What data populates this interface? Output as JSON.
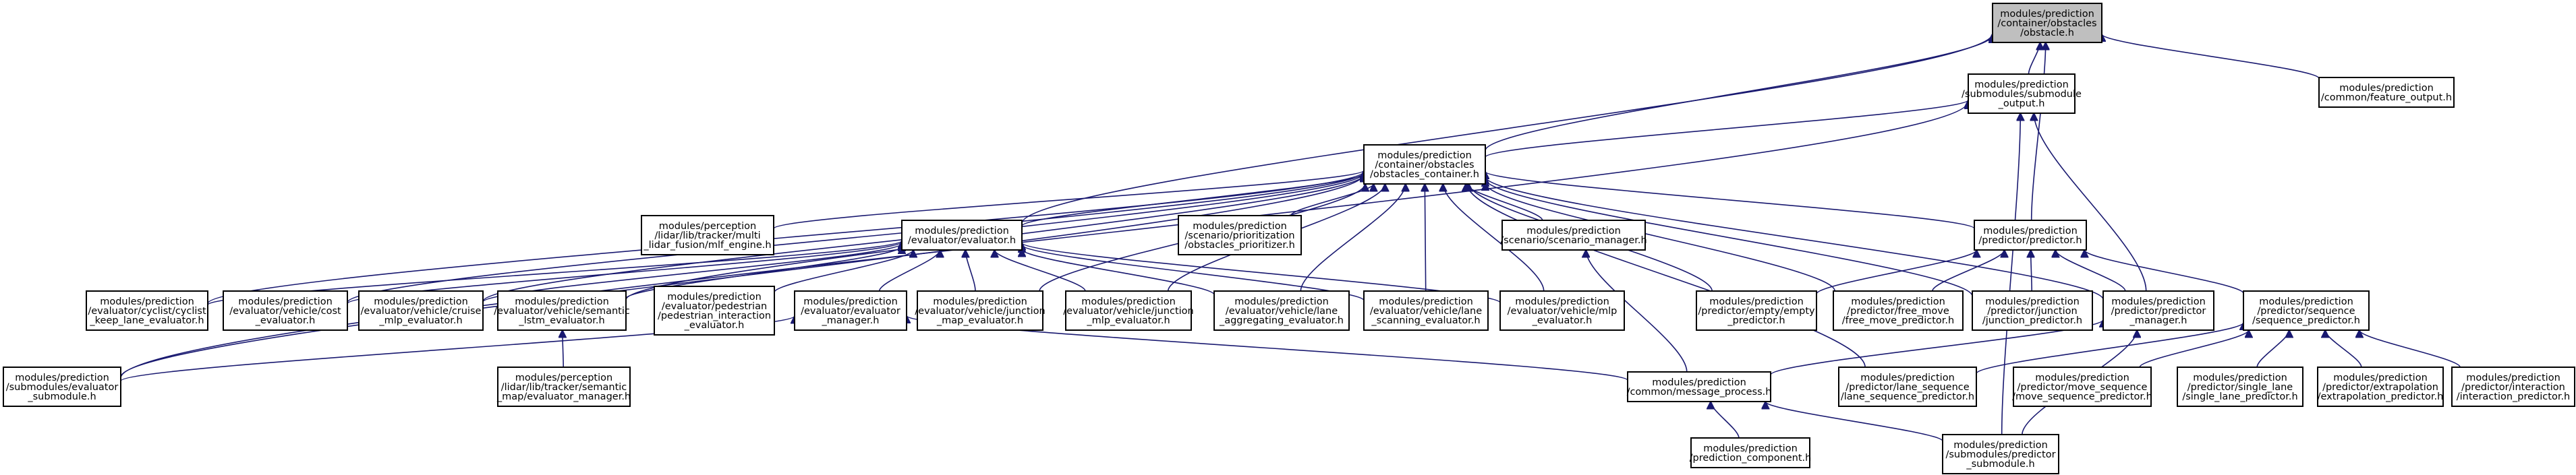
{
  "graph": {
    "nodes": [
      {
        "id": "obstacle",
        "label": [
          "modules/prediction",
          "/container/obstacles",
          "/obstacle.h"
        ],
        "highlight": true
      },
      {
        "id": "submodule_output",
        "label": [
          "modules/prediction",
          "/submodules/submodule",
          "_output.h"
        ]
      },
      {
        "id": "feature_output",
        "label": [
          "modules/prediction",
          "/common/feature_output.h"
        ]
      },
      {
        "id": "obstacles_container",
        "label": [
          "modules/prediction",
          "/container/obstacles",
          "/obstacles_container.h"
        ]
      },
      {
        "id": "multi_lidar_fusion",
        "label": [
          "modules/perception",
          "/lidar/lib/tracker/multi",
          "_lidar_fusion/mlf_engine.h"
        ]
      },
      {
        "id": "evaluator_h",
        "label": [
          "modules/prediction",
          "/evaluator/evaluator.h"
        ]
      },
      {
        "id": "obstacles_prioritizer",
        "label": [
          "modules/prediction",
          "/scenario/prioritization",
          "/obstacles_prioritizer.h"
        ]
      },
      {
        "id": "scenario_manager",
        "label": [
          "modules/prediction",
          "/scenario/scenario_manager.h"
        ]
      },
      {
        "id": "predictor_h",
        "label": [
          "modules/prediction",
          "/predictor/predictor.h"
        ]
      },
      {
        "id": "cyclist_keep_lane",
        "label": [
          "modules/prediction",
          "/evaluator/cyclist/cyclist",
          "_keep_lane_evaluator.h"
        ]
      },
      {
        "id": "cost_evaluator",
        "label": [
          "modules/prediction",
          "/evaluator/vehicle/cost",
          "_evaluator.h"
        ]
      },
      {
        "id": "cruise_mlp",
        "label": [
          "modules/prediction",
          "/evaluator/vehicle/cruise",
          "_mlp_evaluator.h"
        ]
      },
      {
        "id": "semantic_lstm",
        "label": [
          "modules/prediction",
          "/evaluator/vehicle/semantic",
          "_lstm_evaluator.h"
        ]
      },
      {
        "id": "pedestrian_interaction",
        "label": [
          "modules/prediction",
          "/evaluator/pedestrian",
          "/pedestrian_interaction",
          "_evaluator.h"
        ]
      },
      {
        "id": "evaluator_manager",
        "label": [
          "modules/prediction",
          "/evaluator/evaluator",
          "_manager.h"
        ]
      },
      {
        "id": "junction_map",
        "label": [
          "modules/prediction",
          "/evaluator/vehicle/junction",
          "_map_evaluator.h"
        ]
      },
      {
        "id": "junction_mlp",
        "label": [
          "modules/prediction",
          "/evaluator/vehicle/junction",
          "_mlp_evaluator.h"
        ]
      },
      {
        "id": "lane_aggregating",
        "label": [
          "modules/prediction",
          "/evaluator/vehicle/lane",
          "_aggregating_evaluator.h"
        ]
      },
      {
        "id": "lane_scanning",
        "label": [
          "modules/prediction",
          "/evaluator/vehicle/lane",
          "_scanning_evaluator.h"
        ]
      },
      {
        "id": "mlp_evaluator",
        "label": [
          "modules/prediction",
          "/evaluator/vehicle/mlp",
          "_evaluator.h"
        ]
      },
      {
        "id": "empty_predictor",
        "label": [
          "modules/prediction",
          "/predictor/empty/empty",
          "_predictor.h"
        ]
      },
      {
        "id": "free_move",
        "label": [
          "modules/prediction",
          "/predictor/free_move",
          "/free_move_predictor.h"
        ]
      },
      {
        "id": "junction_predictor",
        "label": [
          "modules/prediction",
          "/predictor/junction",
          "/junction_predictor.h"
        ]
      },
      {
        "id": "predictor_manager",
        "label": [
          "modules/prediction",
          "/predictor/predictor",
          "_manager.h"
        ]
      },
      {
        "id": "sequence_predictor",
        "label": [
          "modules/prediction",
          "/predictor/sequence",
          "/sequence_predictor.h"
        ]
      },
      {
        "id": "evaluator_submodule",
        "label": [
          "modules/prediction",
          "/submodules/evaluator",
          "_submodule.h"
        ]
      },
      {
        "id": "semantic_map",
        "label": [
          "modules/perception",
          "/lidar/lib/tracker/semantic",
          "_map/evaluator_manager.h"
        ]
      },
      {
        "id": "message_process",
        "label": [
          "modules/prediction",
          "/common/message_process.h"
        ]
      },
      {
        "id": "lane_sequence",
        "label": [
          "modules/prediction",
          "/predictor/lane_sequence",
          "/lane_sequence_predictor.h"
        ]
      },
      {
        "id": "move_sequence",
        "label": [
          "modules/prediction",
          "/predictor/move_sequence",
          "/move_sequence_predictor.h"
        ]
      },
      {
        "id": "single_lane",
        "label": [
          "modules/prediction",
          "/predictor/single_lane",
          "/single_lane_predictor.h"
        ]
      },
      {
        "id": "extrapolation",
        "label": [
          "modules/prediction",
          "/predictor/extrapolation",
          "/extrapolation_predictor.h"
        ]
      },
      {
        "id": "interaction",
        "label": [
          "modules/prediction",
          "/predictor/interaction",
          "/interaction_predictor.h"
        ]
      },
      {
        "id": "prediction_component",
        "label": [
          "modules/prediction",
          "/prediction_component.h"
        ]
      },
      {
        "id": "predictor_submodule",
        "label": [
          "modules/prediction",
          "/submodules/predictor",
          "_submodule.h"
        ]
      }
    ],
    "edges": [
      [
        "submodule_output",
        "obstacle"
      ],
      [
        "feature_output",
        "obstacle"
      ],
      [
        "obstacles_container",
        "obstacle"
      ],
      [
        "evaluator_h",
        "obstacle"
      ],
      [
        "predictor_h",
        "obstacle"
      ],
      [
        "obstacles_container",
        "submodule_output"
      ],
      [
        "evaluator_submodule",
        "submodule_output"
      ],
      [
        "predictor_manager",
        "submodule_output"
      ],
      [
        "predictor_submodule",
        "submodule_output"
      ],
      [
        "multi_lidar_fusion",
        "obstacles_container"
      ],
      [
        "evaluator_h",
        "obstacles_container"
      ],
      [
        "obstacles_prioritizer",
        "obstacles_container"
      ],
      [
        "scenario_manager",
        "obstacles_container"
      ],
      [
        "predictor_h",
        "obstacles_container"
      ],
      [
        "cyclist_keep_lane",
        "obstacles_container"
      ],
      [
        "cost_evaluator",
        "obstacles_container"
      ],
      [
        "cruise_mlp",
        "obstacles_container"
      ],
      [
        "semantic_lstm",
        "obstacles_container"
      ],
      [
        "junction_map",
        "obstacles_container"
      ],
      [
        "junction_mlp",
        "obstacles_container"
      ],
      [
        "lane_aggregating",
        "obstacles_container"
      ],
      [
        "lane_scanning",
        "obstacles_container"
      ],
      [
        "mlp_evaluator",
        "obstacles_container"
      ],
      [
        "empty_predictor",
        "obstacles_container"
      ],
      [
        "free_move",
        "obstacles_container"
      ],
      [
        "junction_predictor",
        "obstacles_container"
      ],
      [
        "predictor_manager",
        "obstacles_container"
      ],
      [
        "lane_sequence",
        "obstacles_container"
      ],
      [
        "evaluator_submodule",
        "obstacles_container"
      ],
      [
        "cyclist_keep_lane",
        "evaluator_h"
      ],
      [
        "cost_evaluator",
        "evaluator_h"
      ],
      [
        "cruise_mlp",
        "evaluator_h"
      ],
      [
        "semantic_lstm",
        "evaluator_h"
      ],
      [
        "pedestrian_interaction",
        "evaluator_h"
      ],
      [
        "evaluator_manager",
        "evaluator_h"
      ],
      [
        "junction_map",
        "evaluator_h"
      ],
      [
        "junction_mlp",
        "evaluator_h"
      ],
      [
        "lane_aggregating",
        "evaluator_h"
      ],
      [
        "lane_scanning",
        "evaluator_h"
      ],
      [
        "mlp_evaluator",
        "evaluator_h"
      ],
      [
        "message_process",
        "scenario_manager"
      ],
      [
        "empty_predictor",
        "predictor_h"
      ],
      [
        "free_move",
        "predictor_h"
      ],
      [
        "junction_predictor",
        "predictor_h"
      ],
      [
        "predictor_manager",
        "predictor_h"
      ],
      [
        "sequence_predictor",
        "predictor_h"
      ],
      [
        "semantic_map",
        "semantic_lstm"
      ],
      [
        "evaluator_submodule",
        "evaluator_manager"
      ],
      [
        "message_process",
        "evaluator_manager"
      ],
      [
        "message_process",
        "predictor_manager"
      ],
      [
        "predictor_submodule",
        "predictor_manager"
      ],
      [
        "lane_sequence",
        "sequence_predictor"
      ],
      [
        "move_sequence",
        "sequence_predictor"
      ],
      [
        "single_lane",
        "sequence_predictor"
      ],
      [
        "extrapolation",
        "sequence_predictor"
      ],
      [
        "interaction",
        "sequence_predictor"
      ],
      [
        "prediction_component",
        "message_process"
      ],
      [
        "predictor_submodule",
        "message_process"
      ]
    ]
  }
}
